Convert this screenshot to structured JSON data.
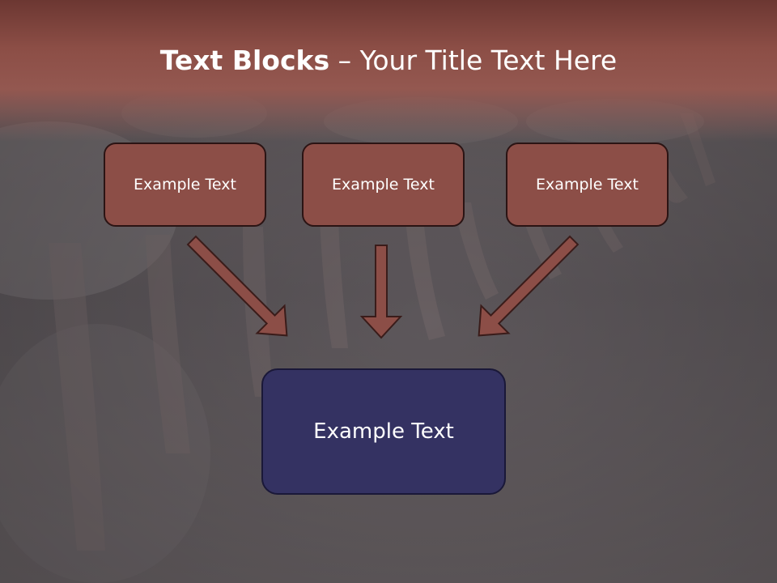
{
  "title": {
    "bold": "Text Blocks",
    "rest": " – Your Title Text Here"
  },
  "boxes": {
    "left": "Example Text",
    "middle": "Example Text",
    "right": "Example Text",
    "center": "Example Text"
  },
  "colors": {
    "header": "#8c4e47",
    "box_fill": "#8c4e47",
    "center_fill": "#343262",
    "arrow_fill": "#8c4e47"
  }
}
